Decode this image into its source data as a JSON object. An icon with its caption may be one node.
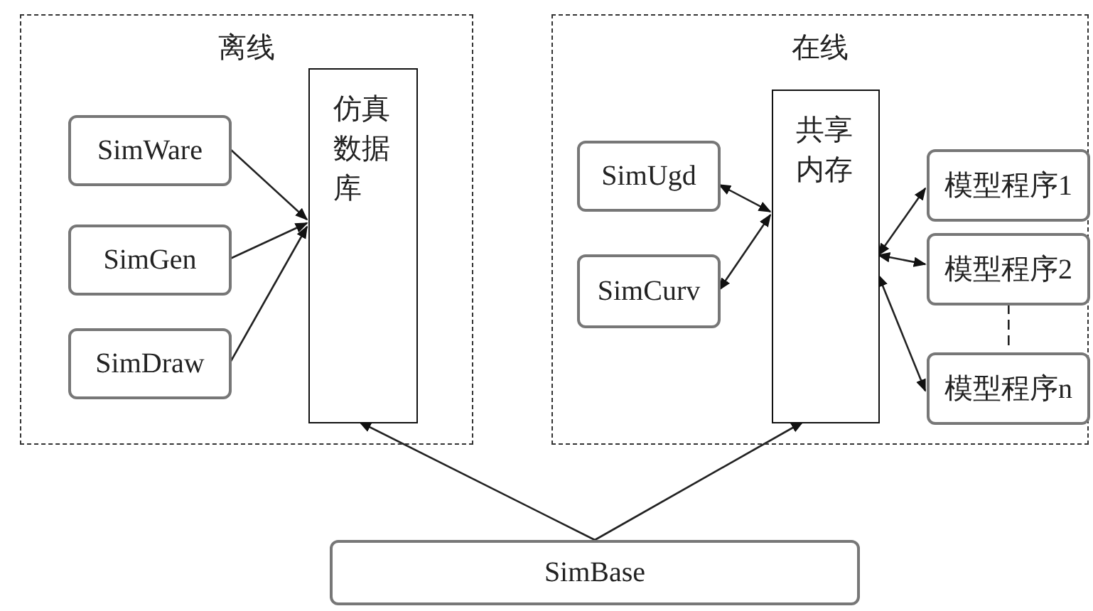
{
  "diagram": {
    "nodes": [
      {
        "text": [
          "离线"
        ]
      },
      {
        "text": [
          "SimWare"
        ],
        "in": 0
      },
      {
        "text": [
          "SimGen"
        ],
        "in": 0
      },
      {
        "text": [
          "SimDraw"
        ],
        "in": 0
      },
      {
        "text": [
          "仿真数据库"
        ],
        "in": 0
      },
      {
        "text": [
          "在线"
        ]
      },
      {
        "text": [
          "SimUgd"
        ],
        "in": 5
      },
      {
        "text": [
          "SimCurv"
        ],
        "in": 5
      },
      {
        "text": [
          "共享内存"
        ],
        "in": 5
      },
      {
        "text": [
          "模型程序1"
        ],
        "in": 5
      },
      {
        "text": [
          "模型程序2"
        ],
        "in": 5
      },
      {
        "text": [
          "模型程序n"
        ],
        "in": 5
      },
      {
        "text": [
          "SimBase"
        ]
      }
    ],
    "edges": [
      {
        "from": 1,
        "to": 4,
        "arrow": "to"
      },
      {
        "from": 2,
        "to": 4,
        "arrow": "to"
      },
      {
        "from": 3,
        "to": 4,
        "arrow": "to"
      },
      {
        "from": 6,
        "to": 8,
        "arrow": "both"
      },
      {
        "from": 7,
        "to": 8,
        "arrow": "both"
      },
      {
        "from": 8,
        "to": 9,
        "arrow": "both"
      },
      {
        "from": 8,
        "to": 10,
        "arrow": "both"
      },
      {
        "from": 8,
        "to": 11,
        "arrow": "both"
      },
      {
        "from": 10,
        "to": 11,
        "arrow": "none",
        "style": "dashed"
      },
      {
        "from": 12,
        "to": 4,
        "arrow": "to"
      },
      {
        "from": 12,
        "to": 8,
        "arrow": "to"
      }
    ]
  }
}
